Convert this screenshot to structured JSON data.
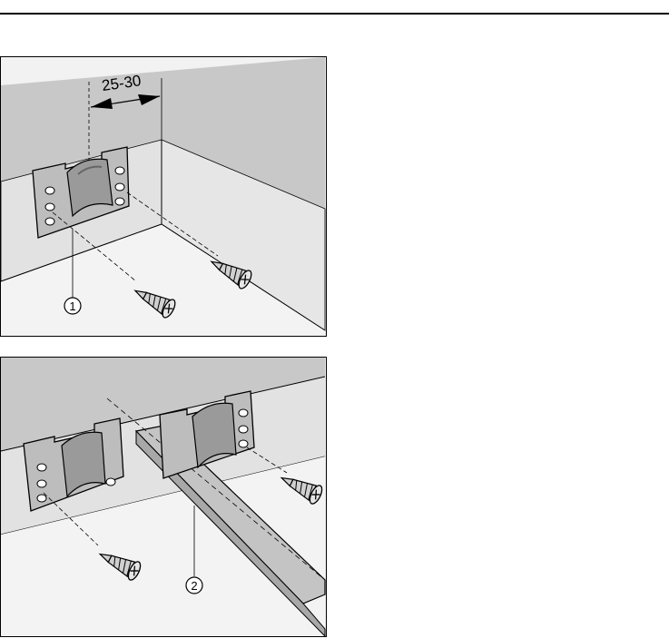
{
  "panel1": {
    "dimension_label": "25-30",
    "callout": "1"
  },
  "panel2": {
    "callout": "2"
  }
}
